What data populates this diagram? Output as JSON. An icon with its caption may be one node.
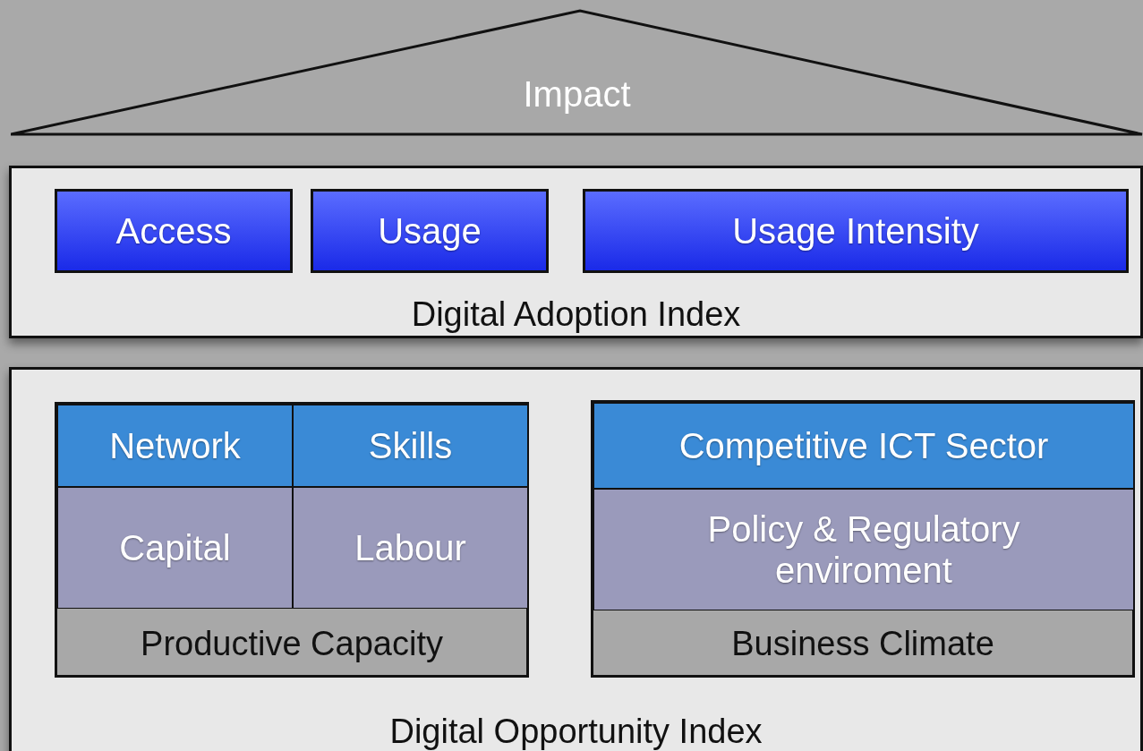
{
  "diagram": {
    "nodes": [
      {
        "text": [
          "Impact"
        ]
      },
      {
        "text": [
          "Digital Adoption Index"
        ]
      },
      {
        "text": [
          "Access"
        ],
        "in": 1
      },
      {
        "text": [
          "Usage"
        ],
        "in": 1
      },
      {
        "text": [
          "Usage Intensity"
        ],
        "in": 1
      },
      {
        "text": [
          "Digital Opportunity Index"
        ]
      },
      {
        "text": [
          "Productive Capacity"
        ],
        "in": 5
      },
      {
        "text": [
          "Network"
        ],
        "in": 6
      },
      {
        "text": [
          "Skills"
        ],
        "in": 6
      },
      {
        "text": [
          "Capital"
        ],
        "in": 6
      },
      {
        "text": [
          "Labour"
        ],
        "in": 6
      },
      {
        "text": [
          "Business Climate"
        ],
        "in": 5
      },
      {
        "text": [
          "Competitive ICT Sector"
        ],
        "in": 11
      },
      {
        "text": [
          "Policy & Regulatory enviroment"
        ],
        "in": 11
      }
    ]
  }
}
